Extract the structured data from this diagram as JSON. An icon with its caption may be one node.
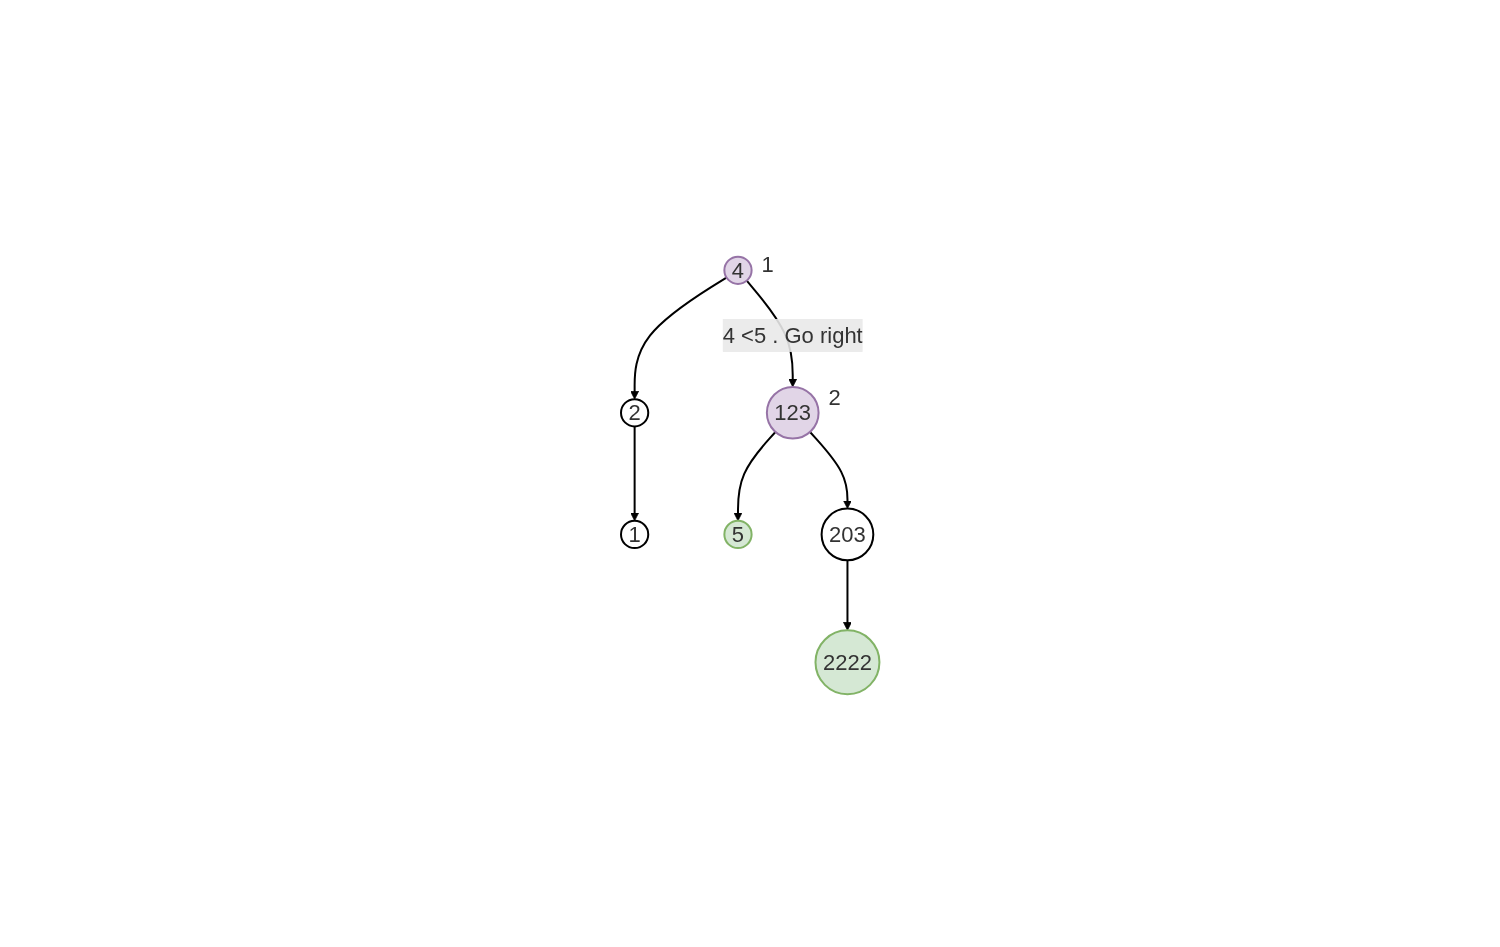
{
  "diagram": {
    "nodes": [
      {
        "text": [
          "4"
        ],
        "beside": [
          "1"
        ]
      },
      {
        "text": [
          "2"
        ]
      },
      {
        "text": [
          "123"
        ],
        "beside": [
          "2"
        ]
      },
      {
        "text": [
          "1"
        ]
      },
      {
        "text": [
          "5"
        ]
      },
      {
        "text": [
          "203"
        ]
      },
      {
        "text": [
          "2222"
        ]
      }
    ],
    "edges": [
      {
        "from": 0,
        "to": 1,
        "arrow": "to"
      },
      {
        "from": 0,
        "to": 2,
        "arrow": "to",
        "label": "4 <5 . Go right"
      },
      {
        "from": 1,
        "to": 3,
        "arrow": "to"
      },
      {
        "from": 2,
        "to": 4,
        "arrow": "to"
      },
      {
        "from": 2,
        "to": 5,
        "arrow": "to"
      },
      {
        "from": 5,
        "to": 6,
        "arrow": "to"
      }
    ]
  }
}
